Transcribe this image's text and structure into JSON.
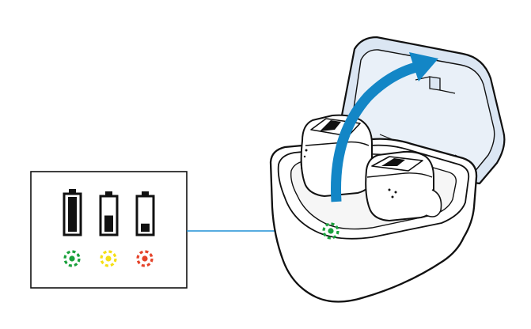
{
  "colors": {
    "background": "#ffffff",
    "outline": "#111111",
    "case_body": "#ffffff",
    "lid_fill": "#dbe6f3",
    "lid_inner": "#e9f0f8",
    "arrow": "#1386c6",
    "connector_line": "#1e90d6",
    "led_green": "#1aa13c",
    "led_yellow": "#f5df14",
    "led_red": "#e5432a"
  },
  "legend": {
    "panel_border": "#111111",
    "levels": [
      {
        "name": "battery-full",
        "fill_fraction": 1.0,
        "led_color": "green"
      },
      {
        "name": "battery-half",
        "fill_fraction": 0.5,
        "led_color": "yellow"
      },
      {
        "name": "battery-low",
        "fill_fraction": 0.25,
        "led_color": "red"
      }
    ]
  },
  "case": {
    "status_led_color": "green",
    "lid_state": "open",
    "open_direction": "up"
  },
  "icons": {
    "lid_arrow": "curved-arrow-up-icon",
    "led": "led-indicator-icon",
    "battery": "battery-icon"
  }
}
